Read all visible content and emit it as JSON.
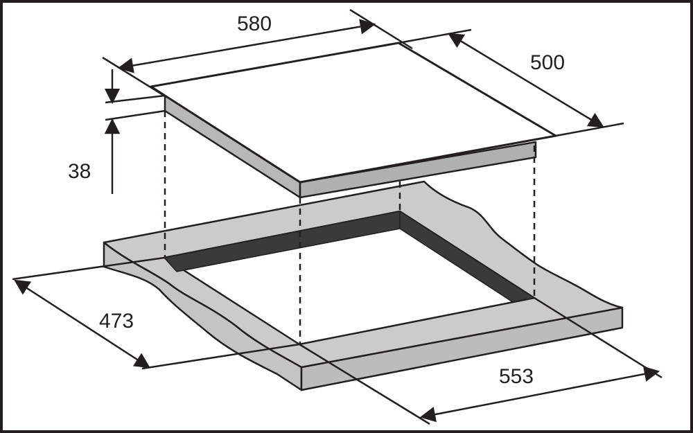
{
  "diagram": {
    "dimensions": {
      "hob_width": "580",
      "hob_depth": "500",
      "hob_thickness": "38",
      "cutout_depth": "473",
      "cutout_width": "553"
    },
    "colors": {
      "line": "#231f20",
      "countertop_fill": "#c9c9c9",
      "hob_edge_fill": "#b7b7b7",
      "cutout_wall": "#3a3a3a",
      "background": "#ffffff"
    }
  }
}
